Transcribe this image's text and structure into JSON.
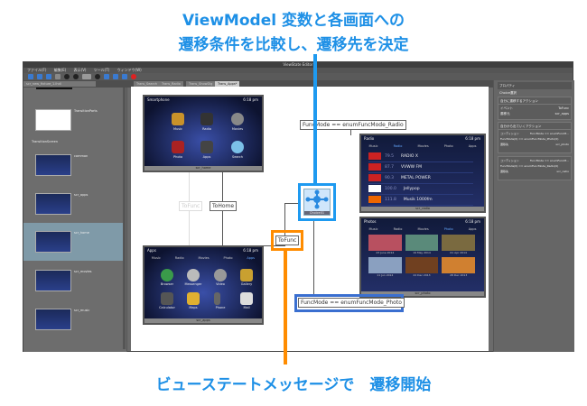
{
  "annotations": {
    "top_line1": "ViewModel 変数と各画面への",
    "top_line2": "遷移条件を比較し、遷移先を決定",
    "bottom": "ビューステートメッセージで　遷移開始",
    "colors": {
      "blue": "#1e90e6",
      "orange": "#ff8c00"
    }
  },
  "window": {
    "title": "ViewState Editor",
    "menu": [
      "ファイル(F)",
      "編集(E)",
      "表示(V)",
      "ツール(T)",
      "ウィンドウ(W)"
    ],
    "left_tab": "scr_new_fixture_1.lhdl",
    "tabs": [
      "Trans_Search",
      "Trans_Radio",
      "Trans_ShowDlg",
      "Trans_Apps*"
    ]
  },
  "left_panel": {
    "parts_label": "TransitionParts",
    "group_label": "TransitionScreen",
    "items": [
      "common",
      "scr_apps",
      "scr_home",
      "scr_movies",
      "scr_music"
    ]
  },
  "canvas": {
    "screens": {
      "home": {
        "title": "Smartphone",
        "time": "6:18 pm",
        "name": "scr_home",
        "icons": [
          "Music",
          "Radio",
          "Movies",
          "Photo",
          "Apps",
          "Search"
        ]
      },
      "radio": {
        "title": "Radio",
        "time": "6:18 pm",
        "name": "scr_radio",
        "tabs": [
          "Music",
          "Radio",
          "Movies",
          "Photo",
          "Apps"
        ],
        "stations": [
          {
            "freq": "79.5",
            "name": "RADIO X"
          },
          {
            "freq": "87.7",
            "name": "VVWW FM"
          },
          {
            "freq": "90.3",
            "name": "METAL POWER"
          },
          {
            "freq": "100.0",
            "name": "Jellypop"
          },
          {
            "freq": "111.8",
            "name": "Musik 1000fm"
          }
        ]
      },
      "apps": {
        "title": "Apps",
        "time": "6:18 pm",
        "name": "scr_apps",
        "tabs": [
          "Music",
          "Radio",
          "Movies",
          "Photo",
          "Apps"
        ],
        "icons": [
          "Browser",
          "Messenger",
          "Video",
          "Gallery",
          "Calculator",
          "Maps",
          "Phone",
          "Mail"
        ]
      },
      "photos": {
        "title": "Photos",
        "time": "6:18 pm",
        "name": "scr_photo",
        "tabs": [
          "Music",
          "Radio",
          "Movies",
          "Photo",
          "Apps"
        ],
        "dates": [
          "23 June 2014",
          "19 May 2014",
          "01 Apr 2014",
          "11 Jun 2014",
          "22 Dec 2013",
          "28 Dec 2013"
        ]
      }
    },
    "choice_label": "Choice01",
    "labels": {
      "radio_cond": "FuncMode == enumFuncMode_Radio",
      "photo_cond": "FuncMode == enumFuncMode_Photo",
      "tofunc_faded": "ToFunc",
      "tohome": "ToHome",
      "tofunc": "ToFunc"
    }
  },
  "right_panel": {
    "tab": "プロパティ",
    "choice": "Choice選択",
    "section1": "自分に遷移するアクション",
    "event_label": "イベント",
    "event_value": "ToFunc",
    "dest_label": "遷移元",
    "dest_value": "scr_apps",
    "section2": "自分から出ていくアクション",
    "cond1": {
      "c_label": "コンディション",
      "c_value": "FuncMode == enumFuncM...",
      "expr": "FuncMode(0) == enumFuncMode_Photo(0)",
      "d_label": "遷移先",
      "d_value": "scr_photo"
    },
    "cond2": {
      "c_label": "コンディション",
      "c_value": "FuncMode == enumFuncM...",
      "expr": "FuncMode(0) == enumFuncMode_Radio(0)",
      "d_label": "遷移先",
      "d_value": "scr_radio"
    }
  }
}
